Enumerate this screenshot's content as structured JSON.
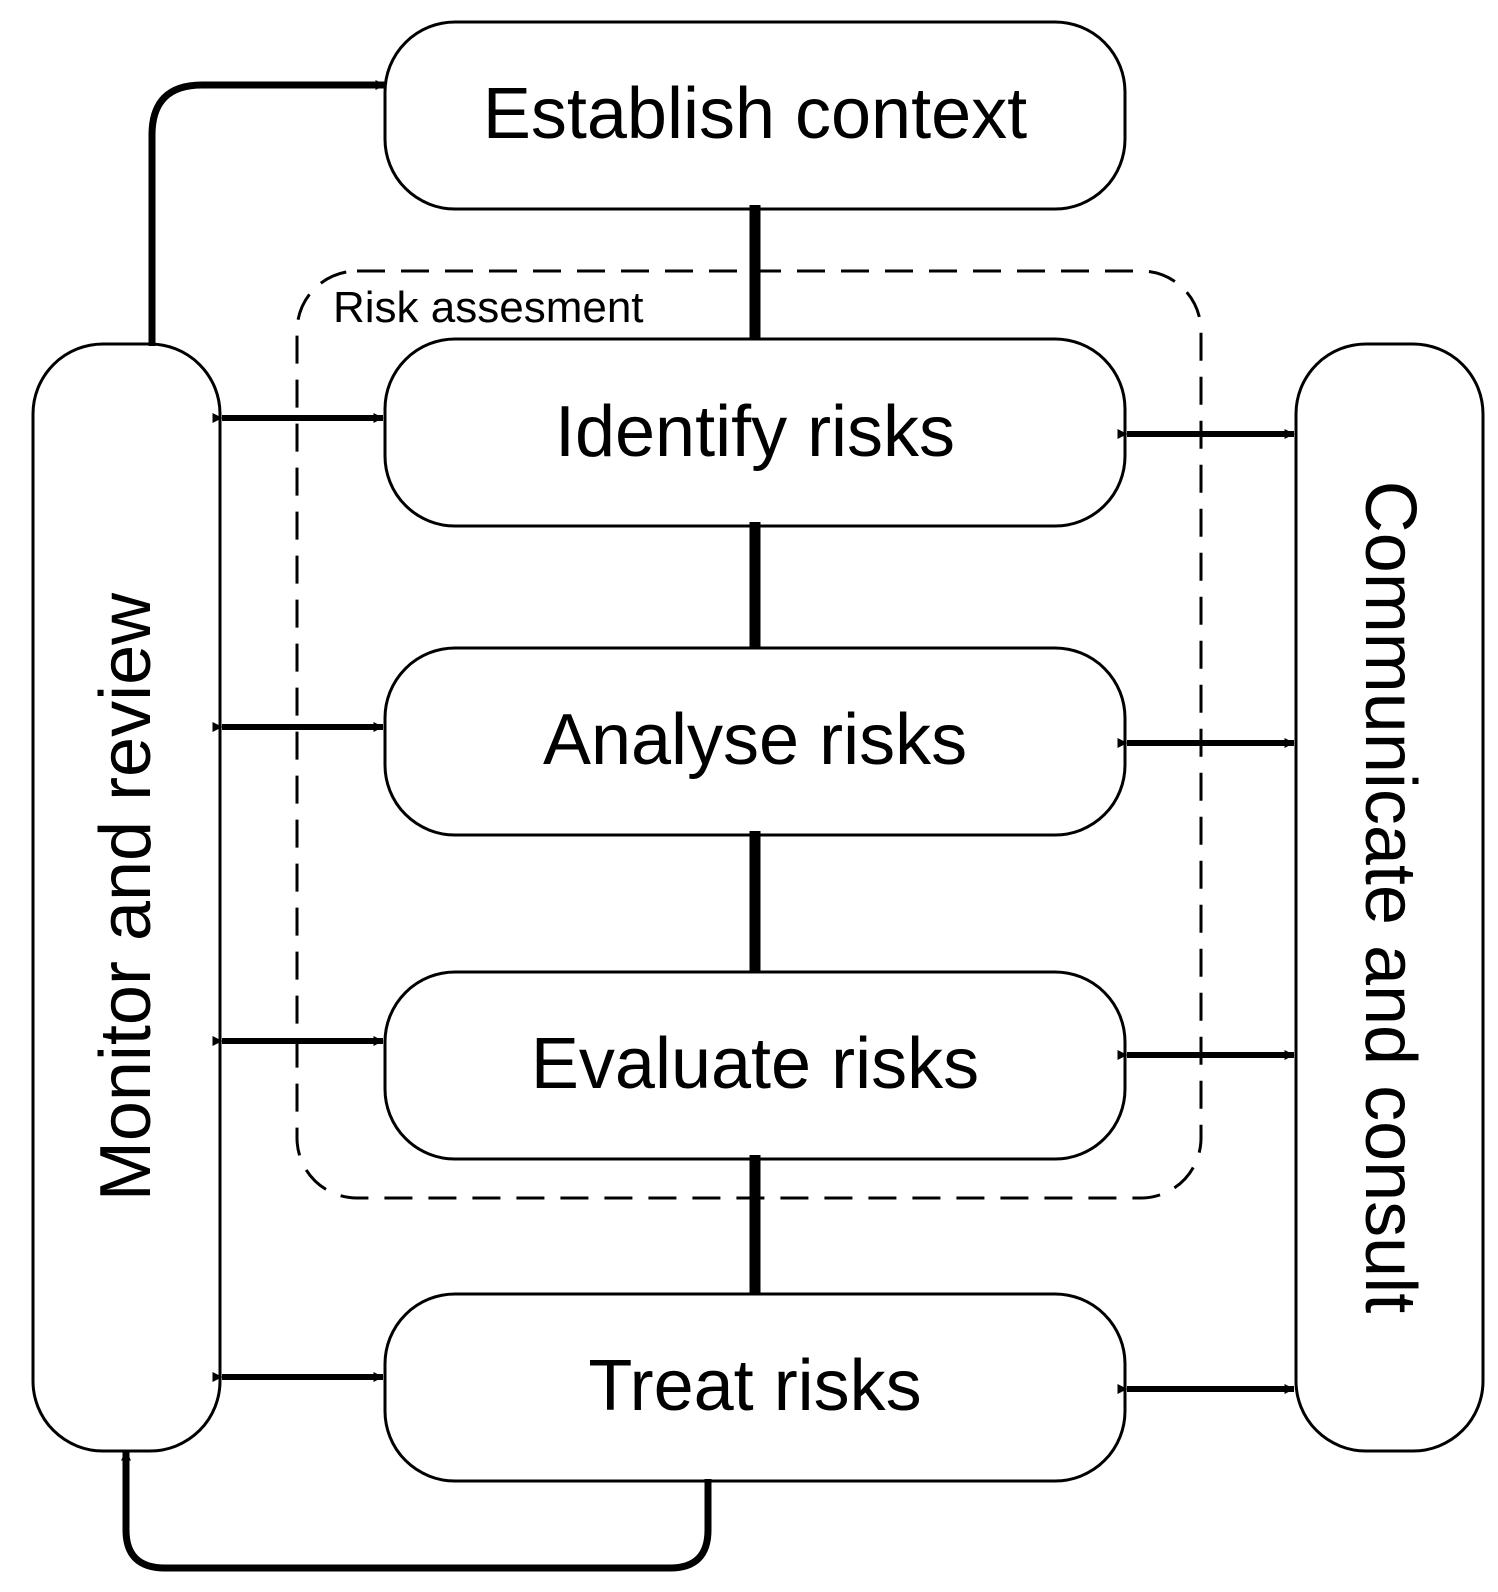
{
  "diagram": {
    "group_label": "Risk assesment",
    "nodes": {
      "establish": "Establish context",
      "identify": "Identify risks",
      "analyse": "Analyse risks",
      "evaluate": "Evaluate risks",
      "treat": "Treat risks",
      "monitor": "Monitor and review",
      "communicate": "Communicate and consult"
    },
    "colors": {
      "stroke": "#000000",
      "fill": "#ffffff"
    }
  }
}
